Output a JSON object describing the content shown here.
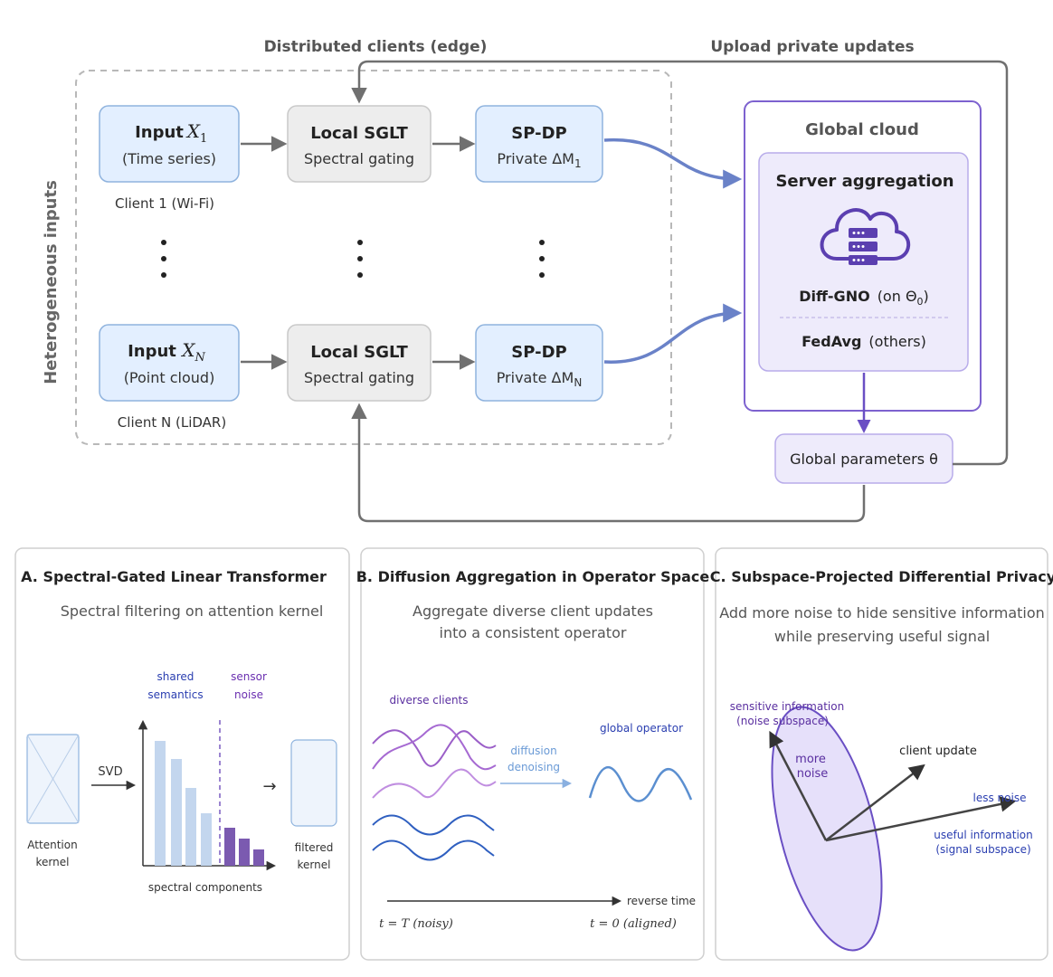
{
  "top": {
    "left_label": "Heterogeneous inputs",
    "clients_title": "Distributed clients (edge)",
    "upload_label": "Upload private updates",
    "client1": {
      "input_title": "Input",
      "input_var": "X",
      "input_sub": "1",
      "input_desc": "(Time series)",
      "caption": "Client 1 (Wi-Fi)",
      "sglt_title": "Local SGLT",
      "sglt_desc": "Spectral gating",
      "spdp_title": "SP-DP",
      "spdp_desc": "Private ΔM",
      "spdp_sub": "1"
    },
    "clientN": {
      "input_title": "Input",
      "input_var": "X",
      "input_sub": "N",
      "input_desc": "(Point cloud)",
      "caption": "Client N (LiDAR)",
      "sglt_title": "Local SGLT",
      "sglt_desc": "Spectral gating",
      "spdp_title": "SP-DP",
      "spdp_desc": "Private ΔM",
      "spdp_sub": "N"
    },
    "cloud": {
      "title": "Global cloud",
      "server_title": "Server aggregation",
      "diffgno": "Diff-GNO",
      "diffgno_note": "(on Θ",
      "diffgno_sub": "0",
      "diffgno_close": ")",
      "fedavg": "FedAvg",
      "fedavg_note": "(others)"
    },
    "global_params": "Global parameters θ"
  },
  "panelA": {
    "title": "A.  Spectral-Gated Linear Transformer",
    "subtitle": "Spectral filtering on attention kernel",
    "shared_line1": "shared",
    "shared_line2": "semantics",
    "sensor_line1": "sensor",
    "sensor_line2": "noise",
    "svd": "SVD",
    "attn_line1": "Attention",
    "attn_line2": "kernel",
    "filtered_line1": "filtered",
    "filtered_line2": "kernel",
    "xaxis": "spectral components",
    "arrow": "→"
  },
  "panelB": {
    "title": "B.  Diffusion Aggregation in Operator Space",
    "subtitle_line1": "Aggregate diverse client updates",
    "subtitle_line2": "into a consistent operator",
    "diverse": "diverse clients",
    "diffusion_line1": "diffusion",
    "diffusion_line2": "denoising",
    "global_op": "global operator",
    "reverse_time": "reverse time",
    "t_start": "t = T  (noisy)",
    "t_end": "t = 0  (aligned)"
  },
  "panelC": {
    "title": "C.  Subspace-Projected Differential Privacy",
    "subtitle_line1": "Add more noise to hide sensitive information",
    "subtitle_line2": "while preserving useful signal",
    "sensitive_line1": "sensitive information",
    "sensitive_line2": "(noise subspace)",
    "more_line1": "more",
    "more_line2": "noise",
    "client_update": "client update",
    "less_noise": "less noise",
    "useful_line1": "useful information",
    "useful_line2": "(signal subspace)"
  },
  "colors": {
    "input_fill": "#e3efff",
    "input_stroke": "#8fb3de",
    "gray_fill": "#ededed",
    "purple": "#6a4fc4",
    "blue_arrow": "#6a82c8",
    "dark_arrow": "#707070"
  }
}
